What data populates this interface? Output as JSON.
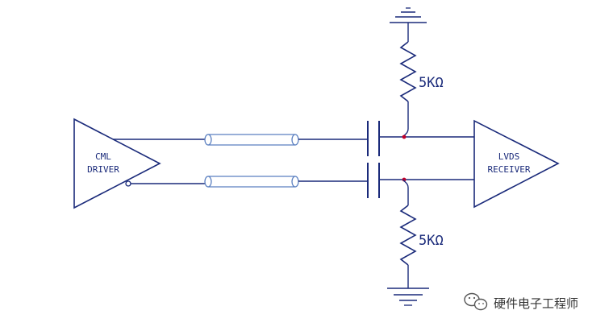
{
  "colors": {
    "wire": "#1a2a7a",
    "junction": "#c0002a",
    "coax": "#5a7fc0",
    "background": "#ffffff",
    "watermark_text": "#333333"
  },
  "driver": {
    "line1": "CML",
    "line2": "DRIVER"
  },
  "receiver": {
    "line1": "LVDS",
    "line2": "RECEIVER"
  },
  "resistor_top": {
    "label": "5KΩ"
  },
  "resistor_bottom": {
    "label": "5KΩ"
  },
  "watermark": {
    "icon": "wechat-icon",
    "text": "硬件电子工程师"
  }
}
